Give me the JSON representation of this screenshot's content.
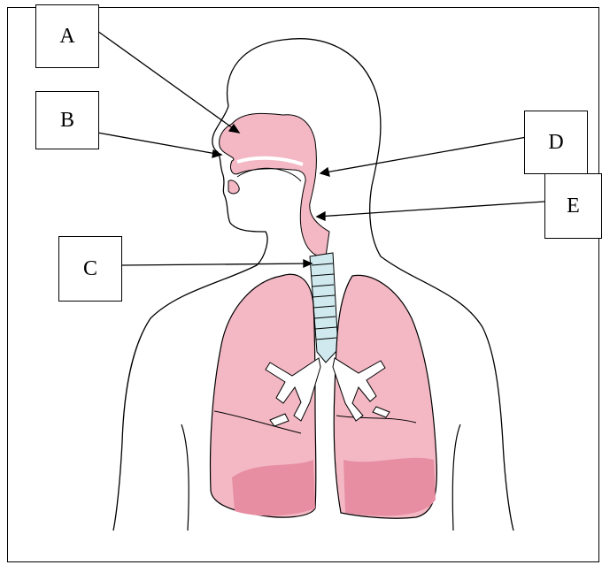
{
  "labels": {
    "a": "A",
    "b": "B",
    "c": "C",
    "d": "D",
    "e": "E"
  },
  "colors": {
    "tissue": "#f3b8c4",
    "tissue_dark": "#e78ea3",
    "trachea": "#cfe9ee",
    "outline": "#000000"
  }
}
